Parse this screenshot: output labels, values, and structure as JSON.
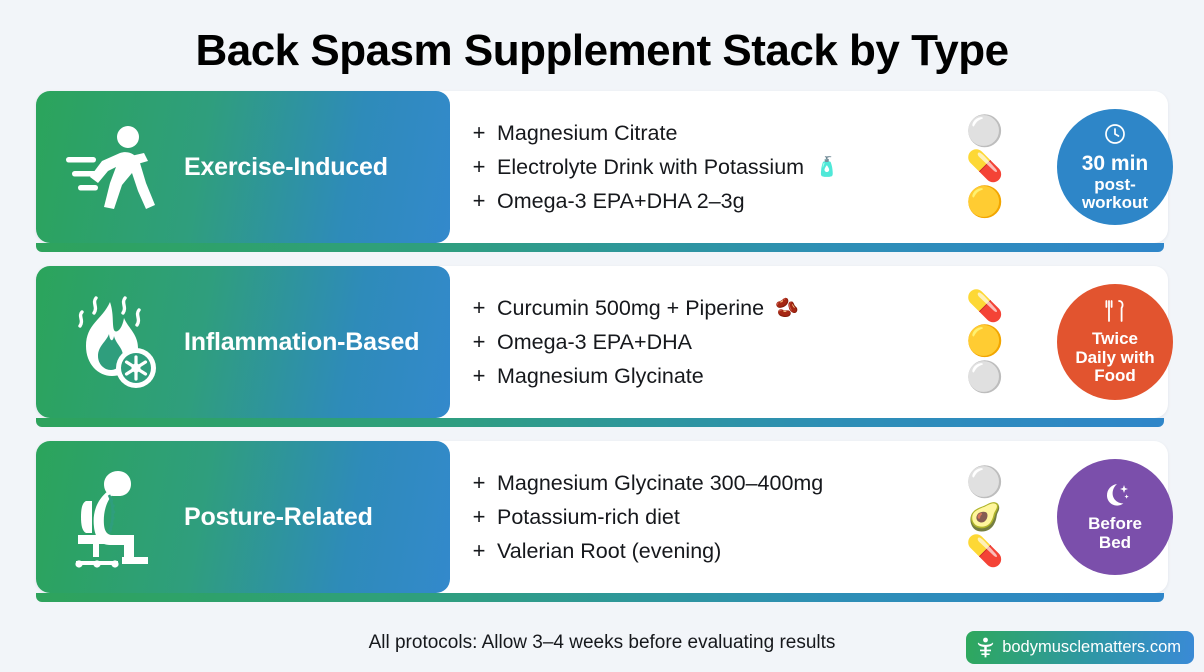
{
  "header": {
    "title": "Back Spasm Supplement Stack by Type"
  },
  "colors": {
    "background": "#f2f5f9",
    "panel_gradient_start": "#2ba45b",
    "panel_gradient_end": "#3389cc",
    "badge_blue": "#2e86c8",
    "badge_orange": "#e2542f",
    "badge_purple": "#7b4fab",
    "text_dark": "#16181c"
  },
  "rows": [
    {
      "icon": "running-person-icon",
      "label": "Exercise-Induced",
      "items": [
        {
          "prefix": "+",
          "text": "Magnesium Citrate",
          "emoji": ""
        },
        {
          "prefix": "+",
          "text": "Electrolyte Drink with Potassium",
          "emoji": "🧴"
        },
        {
          "prefix": "+",
          "text": "Omega-3 EPA+DHA 2–3g",
          "emoji": ""
        }
      ],
      "pills": [
        "⚪",
        "💊",
        "🟡"
      ],
      "badge": {
        "icon": "clock-icon",
        "color": "#2e86c8",
        "line1": "30 min",
        "line2": "post-",
        "line3": "workout"
      }
    },
    {
      "icon": "flame-cooling-icon",
      "label": "Inflammation-Based",
      "items": [
        {
          "prefix": "+",
          "text": "Curcumin 500mg + Piperine",
          "emoji": "🫘"
        },
        {
          "prefix": "+",
          "text": "Omega-3 EPA+DHA",
          "emoji": ""
        },
        {
          "prefix": "+",
          "text": "Magnesium Glycinate",
          "emoji": ""
        }
      ],
      "pills": [
        "💊",
        "🟡",
        "⚪"
      ],
      "badge": {
        "icon": "fork-knife-icon",
        "color": "#e2542f",
        "line1": "Twice",
        "line2": "Daily with",
        "line3": "Food"
      }
    },
    {
      "icon": "seated-posture-icon",
      "label": "Posture-Related",
      "items": [
        {
          "prefix": "+",
          "text": "Magnesium Glycinate 300–400mg",
          "emoji": ""
        },
        {
          "prefix": "+",
          "text": "Potassium-rich diet",
          "emoji": ""
        },
        {
          "prefix": "+",
          "text": "Valerian Root (evening)",
          "emoji": ""
        }
      ],
      "pills": [
        "⚪",
        "🥑",
        "💊"
      ],
      "badge": {
        "icon": "crescent-moon-icon",
        "color": "#7b4fab",
        "line1": "Before",
        "line2": "Bed",
        "line3": ""
      }
    }
  ],
  "footer": {
    "note": "All protocols: Allow 3–4 weeks before evaluating results",
    "watermark": "bodymusclematters.com",
    "watermark_icon": "body-figure-logo-icon"
  }
}
